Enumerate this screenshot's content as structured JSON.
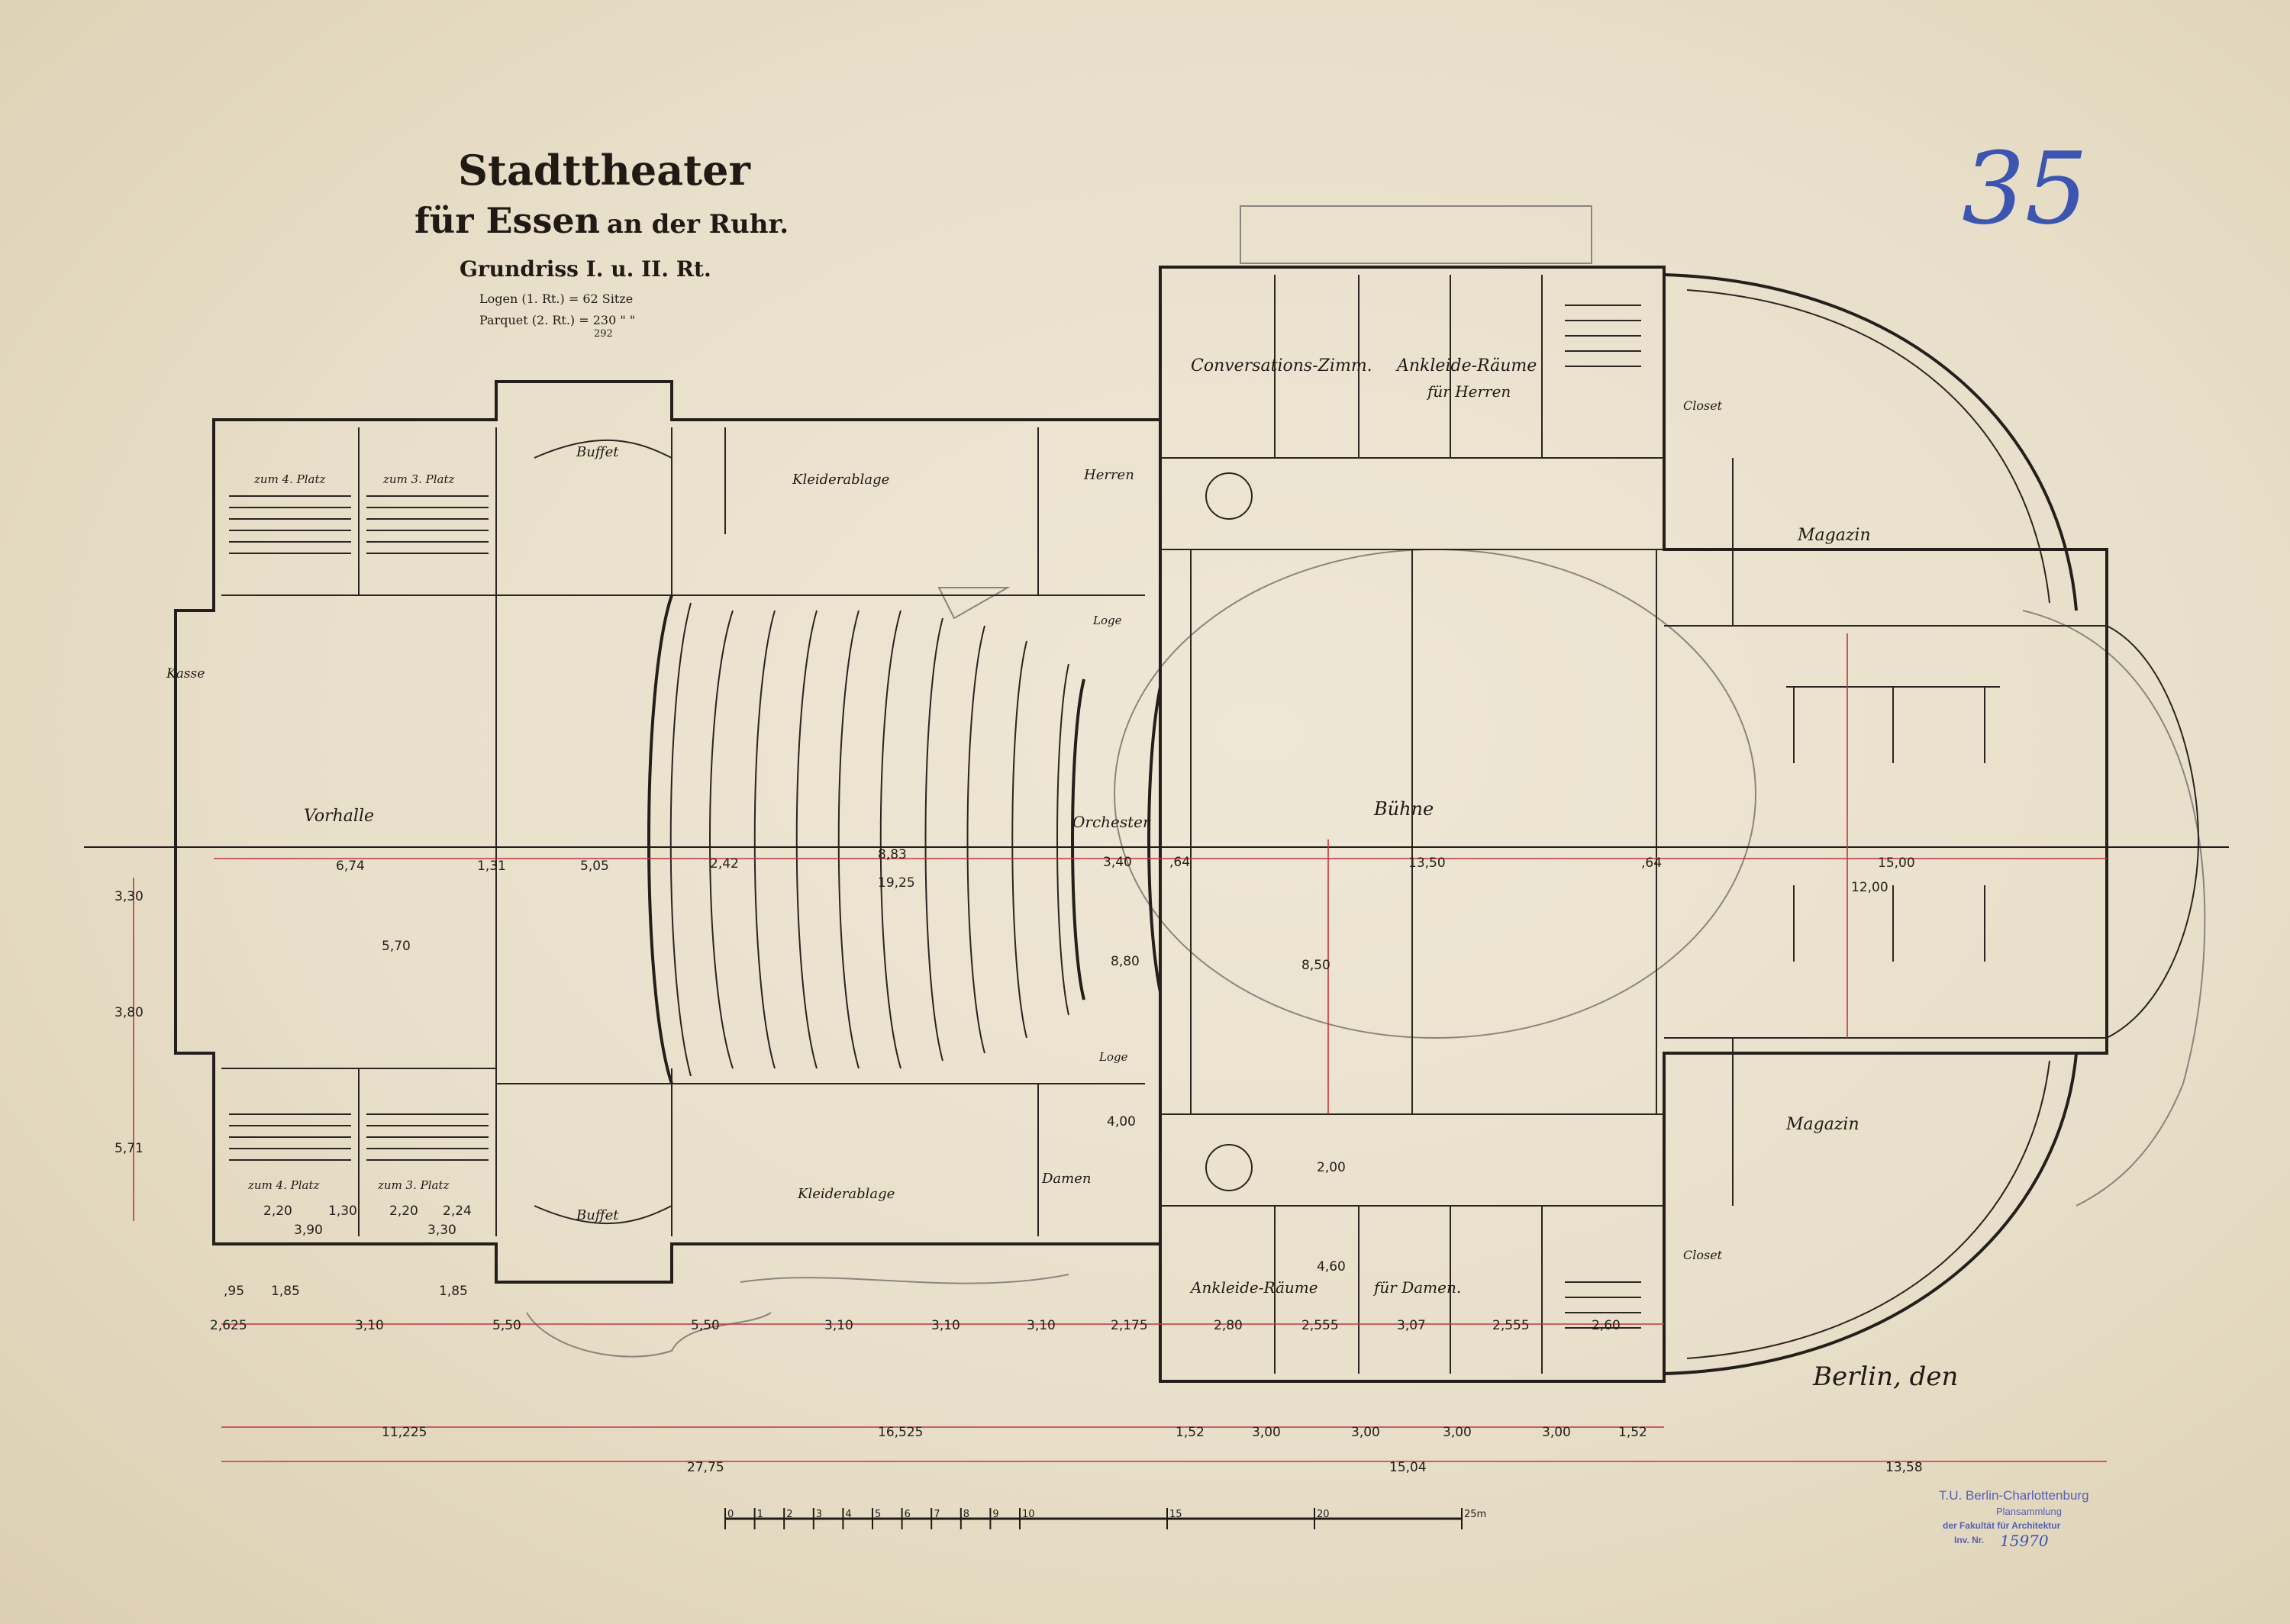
{
  "title": {
    "line1": "Stadttheater",
    "line2": "für Essen",
    "line2_suffix": "an der Ruhr.",
    "subtitle": "Grundriss I. u. II. Rt.",
    "seats_logen": "Logen (1. Rt.) = 62 Sitze",
    "seats_parquet": "Parquet (2. Rt.) = 230 \" \"",
    "seats_note": "292"
  },
  "sheet_number": "35",
  "rooms": {
    "conversation": "Conversations-Zimm.",
    "dressing_men": "Ankleide-Räume",
    "dressing_men_2": "für Herren",
    "closet_top": "Closet",
    "closet_bottom": "Closet",
    "magazin_top": "Magazin",
    "magazin_bottom": "Magazin",
    "buffet_top": "Buffet",
    "buffet_bottom": "Buffet",
    "cloak_top": "Kleiderablage",
    "cloak_bottom": "Kleiderablage",
    "herren": "Herren",
    "damen": "Damen",
    "loge_top": "Loge",
    "loge_bottom": "Loge",
    "kasse": "Kasse",
    "vorhalle": "Vorhalle",
    "orchester": "Orchester",
    "buehne": "Bühne",
    "dressing_women": "Ankleide-Räume",
    "dressing_women_2": "für Damen.",
    "stair_4_top": "zum 4. Platz",
    "stair_3_top": "zum 3. Platz",
    "stair_4_bottom": "zum 4. Platz",
    "stair_3_bottom": "zum 3. Platz"
  },
  "dimensions": {
    "d_674": "6,74",
    "d_131": "1,31",
    "d_505": "5,05",
    "d_242": "2,42",
    "d_883": "8,83",
    "d_1925": "19,25",
    "d_340": "3,40",
    "d_64a": ",64",
    "d_1350": "13,50",
    "d_64b": ",64",
    "d_1500": "15,00",
    "d_1200": "12,00",
    "d_850": "8,50",
    "d_330": "3,30",
    "d_380": "3,80",
    "d_571": "5,71",
    "d_570": "5,70",
    "d_95": ",95",
    "d_185a": "1,85",
    "d_185b": "1,85",
    "d_220": "2,20",
    "d_130": "1,30",
    "d_220b": "2,20",
    "d_224": "2,24",
    "d_390": "3,90",
    "d_330b": "3,30",
    "d_2625": "2,625",
    "d_310a": "3,10",
    "d_550": "5,50",
    "d_550b": "5,50",
    "d_310b": "3,10",
    "d_310c": "3,10",
    "d_310d": "3,10",
    "d_2175": "2,175",
    "d_280": "2,80",
    "d_2555a": "2,555",
    "d_307": "3,07",
    "d_2555b": "2,555",
    "d_260": "2,60",
    "d_11225": "11,225",
    "d_16525": "16,525",
    "d_152a": "1,52",
    "d_300a": "3,00",
    "d_300b": "3,00",
    "d_300c": "3,00",
    "d_300d": "3,00",
    "d_152b": "1,52",
    "d_2775": "27,75",
    "d_1504": "15,04",
    "d_1358": "13,58",
    "d_200": "2,00",
    "d_460": "4,60",
    "d_880": "8,80",
    "d_400": "4,00"
  },
  "scale_bar": {
    "labels": [
      "0",
      "1",
      "2",
      "3",
      "4",
      "5",
      "6",
      "7",
      "8",
      "9",
      "10",
      "15",
      "20",
      "25m"
    ],
    "values_m": [
      0,
      1,
      2,
      3,
      4,
      5,
      6,
      7,
      8,
      9,
      10,
      15,
      20,
      25
    ]
  },
  "place": "Berlin, den",
  "stamp": {
    "line1": "T.U. Berlin-Charlottenburg",
    "line2": "Plansammlung",
    "line3": "der Fakultät für Architektur",
    "line4_label": "Inv. Nr.",
    "line4_value": "15970"
  }
}
